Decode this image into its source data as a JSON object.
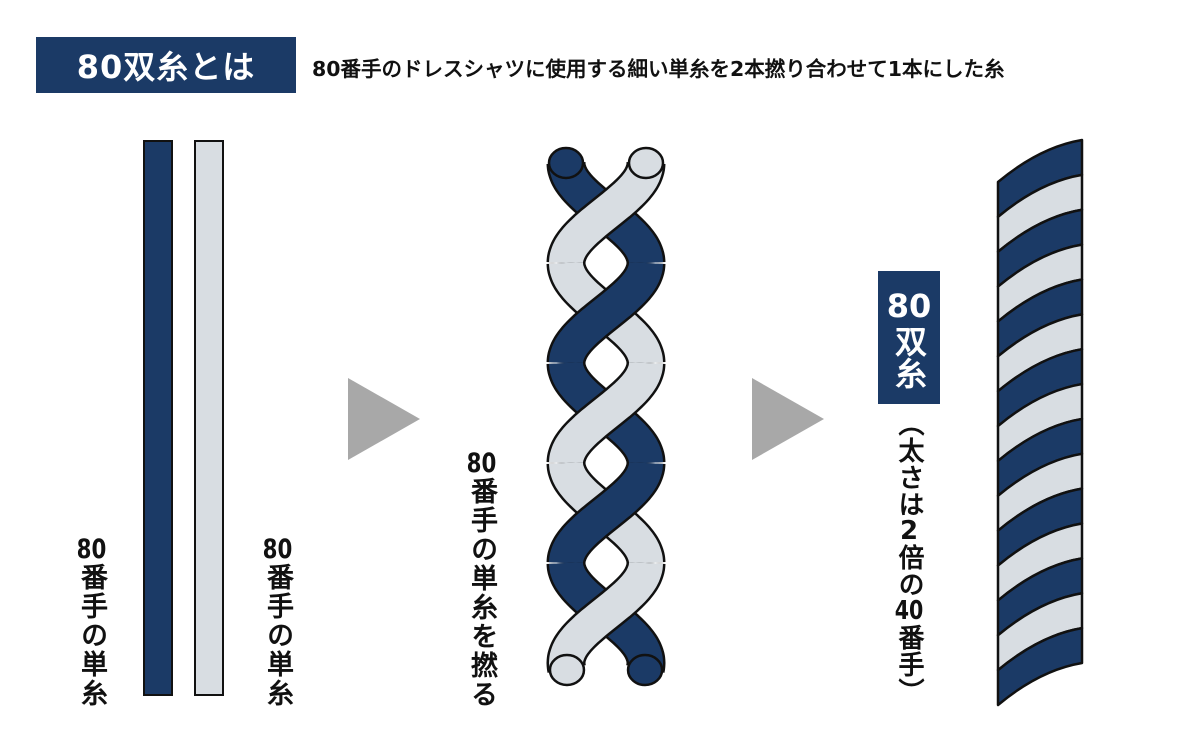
{
  "header": {
    "title": "80双糸とは",
    "description": "80番手のドレスシャツに使用する細い単糸を2本撚り合わせて1本にした糸"
  },
  "step1": {
    "left_label_num": "80",
    "left_label_text": "番手の単糸",
    "right_label_num": "80",
    "right_label_text": "番手の単糸"
  },
  "step2": {
    "label_num": "80",
    "label_text": "番手の単糸を撚る"
  },
  "step3": {
    "badge_num": "80",
    "badge_text": "双糸",
    "note_open": "（",
    "note_text1": "太さは",
    "note_num1": "2",
    "note_text2": "倍の",
    "note_num2": "40",
    "note_text3": "番手",
    "note_close": "）"
  },
  "colors": {
    "navy": "#1b3a66",
    "light_gray": "#d8dde2",
    "arrow_gray": "#a8a8a8",
    "outline": "#111111"
  }
}
